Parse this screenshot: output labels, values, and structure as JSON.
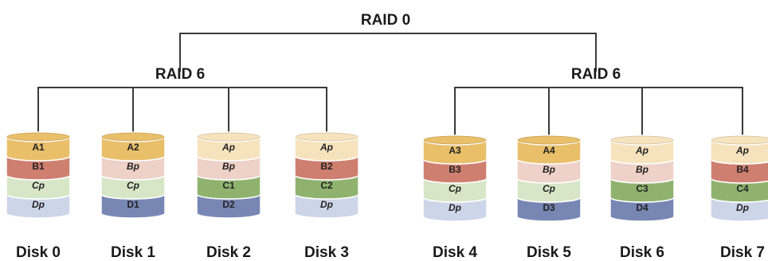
{
  "tree": {
    "root_label": "RAID 0",
    "groups": [
      {
        "label": "RAID 6",
        "disks": [
          0,
          1,
          2,
          3
        ]
      },
      {
        "label": "RAID 6",
        "disks": [
          4,
          5,
          6,
          7
        ]
      }
    ]
  },
  "disks": [
    {
      "label": "Disk 0",
      "blocks": [
        {
          "text": "A1",
          "kind": "data",
          "row": "A"
        },
        {
          "text": "B1",
          "kind": "data",
          "row": "B"
        },
        {
          "text": "Cp",
          "kind": "parity",
          "row": "C"
        },
        {
          "text": "Dp",
          "kind": "parity",
          "row": "D"
        }
      ]
    },
    {
      "label": "Disk 1",
      "blocks": [
        {
          "text": "A2",
          "kind": "data",
          "row": "A"
        },
        {
          "text": "Bp",
          "kind": "parity",
          "row": "B"
        },
        {
          "text": "Cp",
          "kind": "parity",
          "row": "C"
        },
        {
          "text": "D1",
          "kind": "data",
          "row": "D"
        }
      ]
    },
    {
      "label": "Disk 2",
      "blocks": [
        {
          "text": "Ap",
          "kind": "parity",
          "row": "A"
        },
        {
          "text": "Bp",
          "kind": "parity",
          "row": "B"
        },
        {
          "text": "C1",
          "kind": "data",
          "row": "C"
        },
        {
          "text": "D2",
          "kind": "data",
          "row": "D"
        }
      ]
    },
    {
      "label": "Disk 3",
      "blocks": [
        {
          "text": "Ap",
          "kind": "parity",
          "row": "A"
        },
        {
          "text": "B2",
          "kind": "data",
          "row": "B"
        },
        {
          "text": "C2",
          "kind": "data",
          "row": "C"
        },
        {
          "text": "Dp",
          "kind": "parity",
          "row": "D"
        }
      ]
    },
    {
      "label": "Disk 4",
      "blocks": [
        {
          "text": "A3",
          "kind": "data",
          "row": "A"
        },
        {
          "text": "B3",
          "kind": "data",
          "row": "B"
        },
        {
          "text": "Cp",
          "kind": "parity",
          "row": "C"
        },
        {
          "text": "Dp",
          "kind": "parity",
          "row": "D"
        }
      ]
    },
    {
      "label": "Disk 5",
      "blocks": [
        {
          "text": "A4",
          "kind": "data",
          "row": "A"
        },
        {
          "text": "Bp",
          "kind": "parity",
          "row": "B"
        },
        {
          "text": "Cp",
          "kind": "parity",
          "row": "C"
        },
        {
          "text": "D3",
          "kind": "data",
          "row": "D"
        }
      ]
    },
    {
      "label": "Disk 6",
      "blocks": [
        {
          "text": "Ap",
          "kind": "parity",
          "row": "A"
        },
        {
          "text": "Bp",
          "kind": "parity",
          "row": "B"
        },
        {
          "text": "C3",
          "kind": "data",
          "row": "C"
        },
        {
          "text": "D4",
          "kind": "data",
          "row": "D"
        }
      ]
    },
    {
      "label": "Disk 7",
      "blocks": [
        {
          "text": "Ap",
          "kind": "parity",
          "row": "A"
        },
        {
          "text": "B4",
          "kind": "data",
          "row": "B"
        },
        {
          "text": "C4",
          "kind": "data",
          "row": "C"
        },
        {
          "text": "Dp",
          "kind": "parity",
          "row": "D"
        }
      ]
    }
  ],
  "colors": {
    "A": {
      "data": "#e9bf6a",
      "parity": "#f6e3bd"
    },
    "B": {
      "data": "#cf7f70",
      "parity": "#eed1c8"
    },
    "C": {
      "data": "#8fb36e",
      "parity": "#d8e6c8"
    },
    "D": {
      "data": "#7886b4",
      "parity": "#cdd5e8"
    },
    "line": "#3a3a3a",
    "text": "#1a1a1a"
  }
}
